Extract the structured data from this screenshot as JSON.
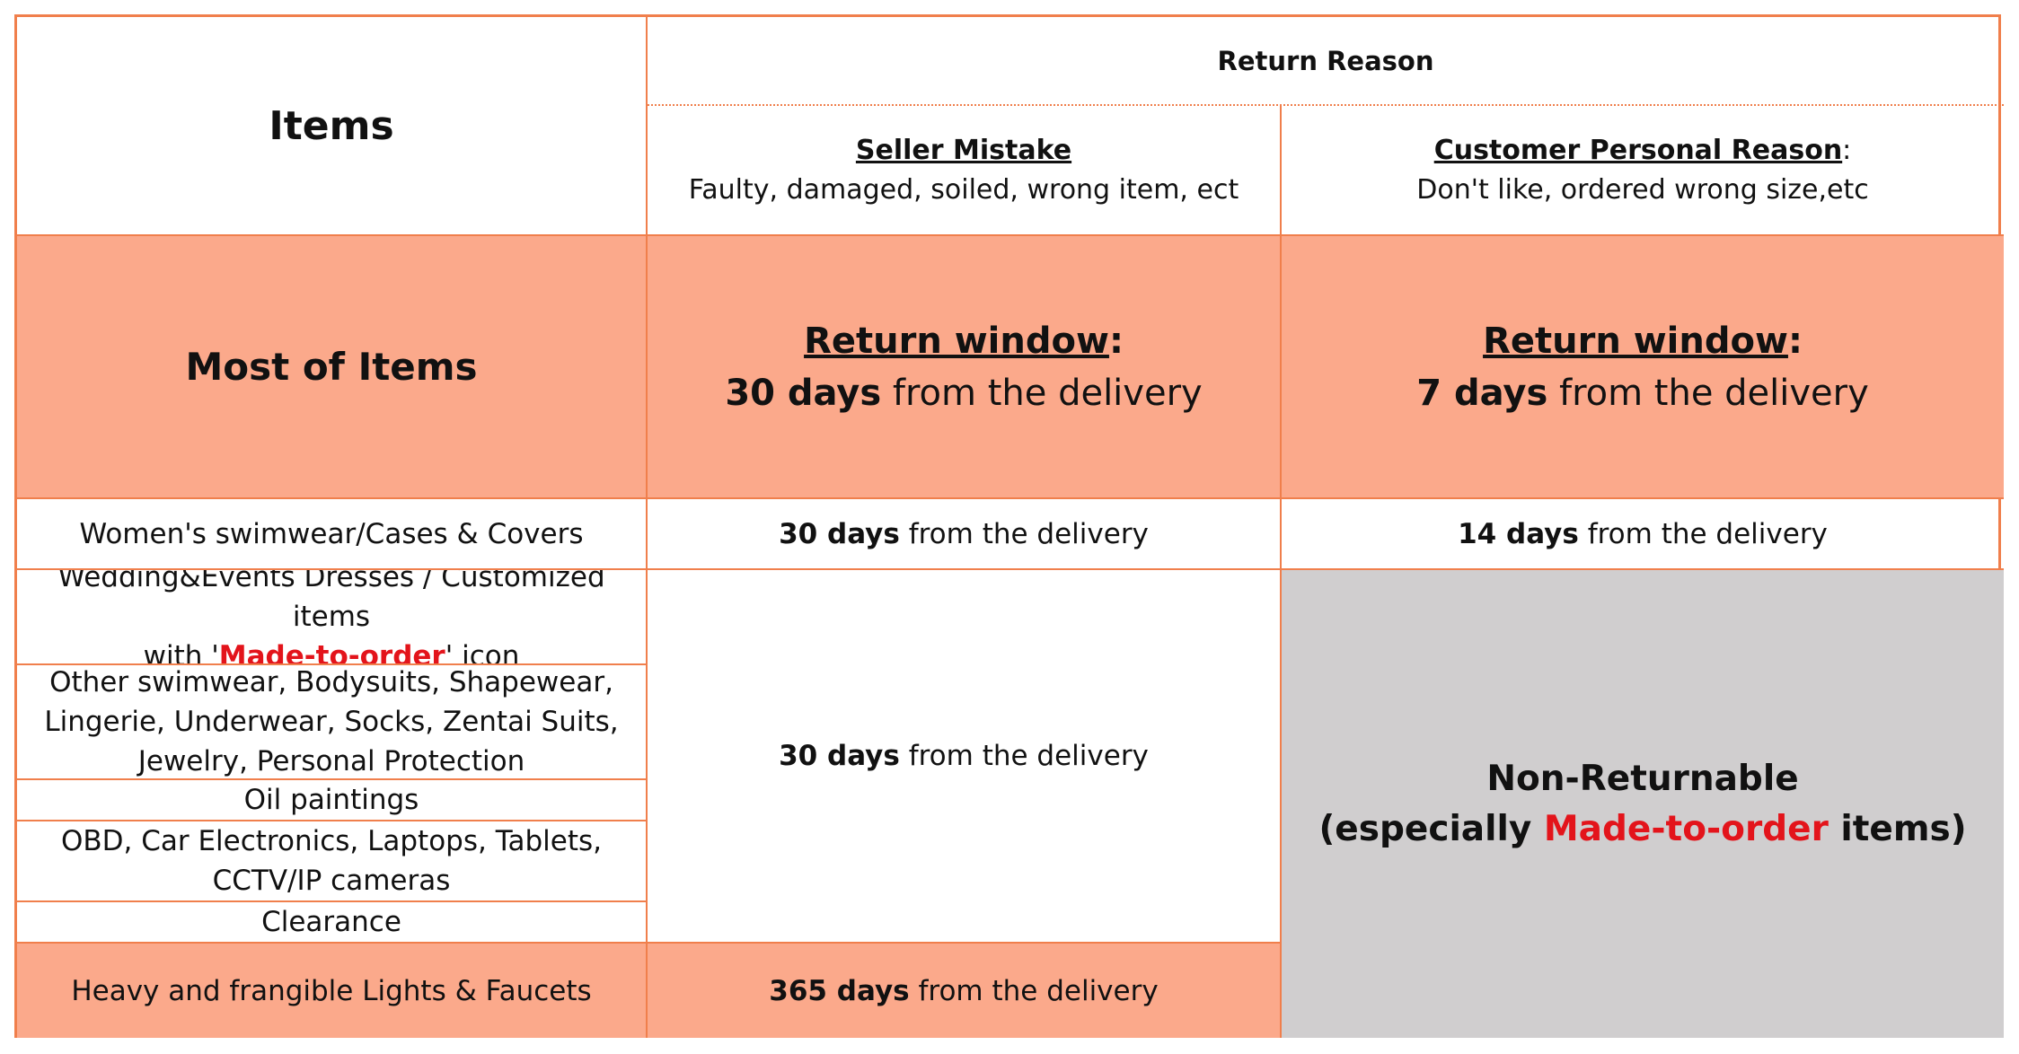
{
  "header": {
    "items": "Items",
    "return_reason": "Return Reason",
    "seller_mistake": {
      "heading": "Seller Mistake",
      "desc": "Faulty, damaged, soiled, wrong item, ect"
    },
    "customer_reason": {
      "heading": "Customer Personal Reason",
      "colon": ":",
      "desc": "Don't like, ordered wrong size,etc"
    }
  },
  "row_most": {
    "label": "Most of Items",
    "seller": {
      "title": "Return window",
      "colon": ":",
      "days": "30 days",
      "suffix": " from the delivery"
    },
    "customer": {
      "title": "Return window",
      "colon": ":",
      "days": "7 days",
      "suffix": " from the delivery"
    }
  },
  "row_swim": {
    "label": "Women's swimwear/Cases & Covers",
    "seller": {
      "days": "30 days",
      "suffix": " from the delivery"
    },
    "customer": {
      "days": "14 days",
      "suffix": " from the delivery"
    }
  },
  "group": {
    "wedding": {
      "line1": "Wedding&Events Dresses / Customized items",
      "pre": "with '",
      "badge": "Made-to-order",
      "post": "' icon"
    },
    "other_swim": {
      "line1": "Other swimwear, Bodysuits, Shapewear,",
      "line2": "Lingerie, Underwear, Socks, Zentai Suits,",
      "line3": "Jewelry, Personal Protection"
    },
    "oil": "Oil paintings",
    "obd": {
      "line1": "OBD, Car Electronics, Laptops, Tablets,",
      "line2": "CCTV/IP cameras"
    },
    "clearance": "Clearance",
    "seller": {
      "days": "30 days",
      "suffix": " from the delivery"
    }
  },
  "row_heavy": {
    "label": "Heavy and frangible Lights & Faucets",
    "seller": {
      "days": "365 days",
      "suffix": " from the delivery"
    }
  },
  "non_returnable": {
    "line1": "Non-Returnable",
    "pre": "(especially ",
    "badge": "Made-to-order",
    "post": " items)"
  },
  "colors": {
    "border": "#f07f4c",
    "salmon": "#fba98b",
    "grey": "#d0cecf",
    "red": "#e3141b"
  }
}
